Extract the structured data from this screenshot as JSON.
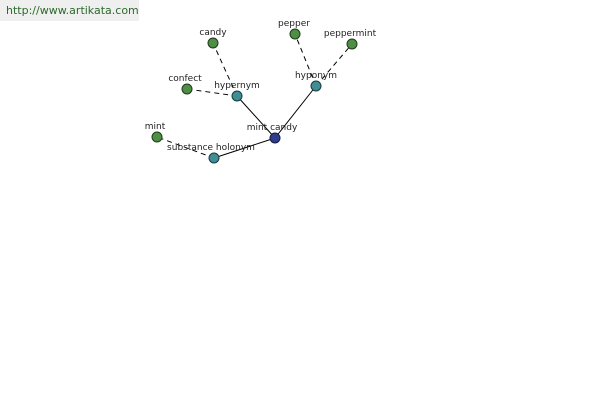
{
  "site_url": "http://www.artikata.com",
  "colors": {
    "center_node": "#2f3c8c",
    "relation_node": "#3f8e94",
    "term_node": "#4f8f45",
    "edge": "#000000",
    "url_text": "#2b6a2b"
  },
  "graph": {
    "center": {
      "label": "mint candy"
    },
    "relations": [
      {
        "key": "hypernym",
        "label": "hypernym"
      },
      {
        "key": "hyponym",
        "label": "hyponym"
      },
      {
        "key": "substance-holonym",
        "label": "substance holonym"
      }
    ],
    "terms": [
      {
        "key": "candy",
        "label": "candy",
        "relation": "hypernym"
      },
      {
        "key": "confect",
        "label": "confect",
        "relation": "hypernym"
      },
      {
        "key": "pepper",
        "label": "pepper",
        "relation": "hyponym"
      },
      {
        "key": "peppermint",
        "label": "peppermint",
        "relation": "hyponym"
      },
      {
        "key": "mint",
        "label": "mint",
        "relation": "substance-holonym"
      }
    ]
  }
}
